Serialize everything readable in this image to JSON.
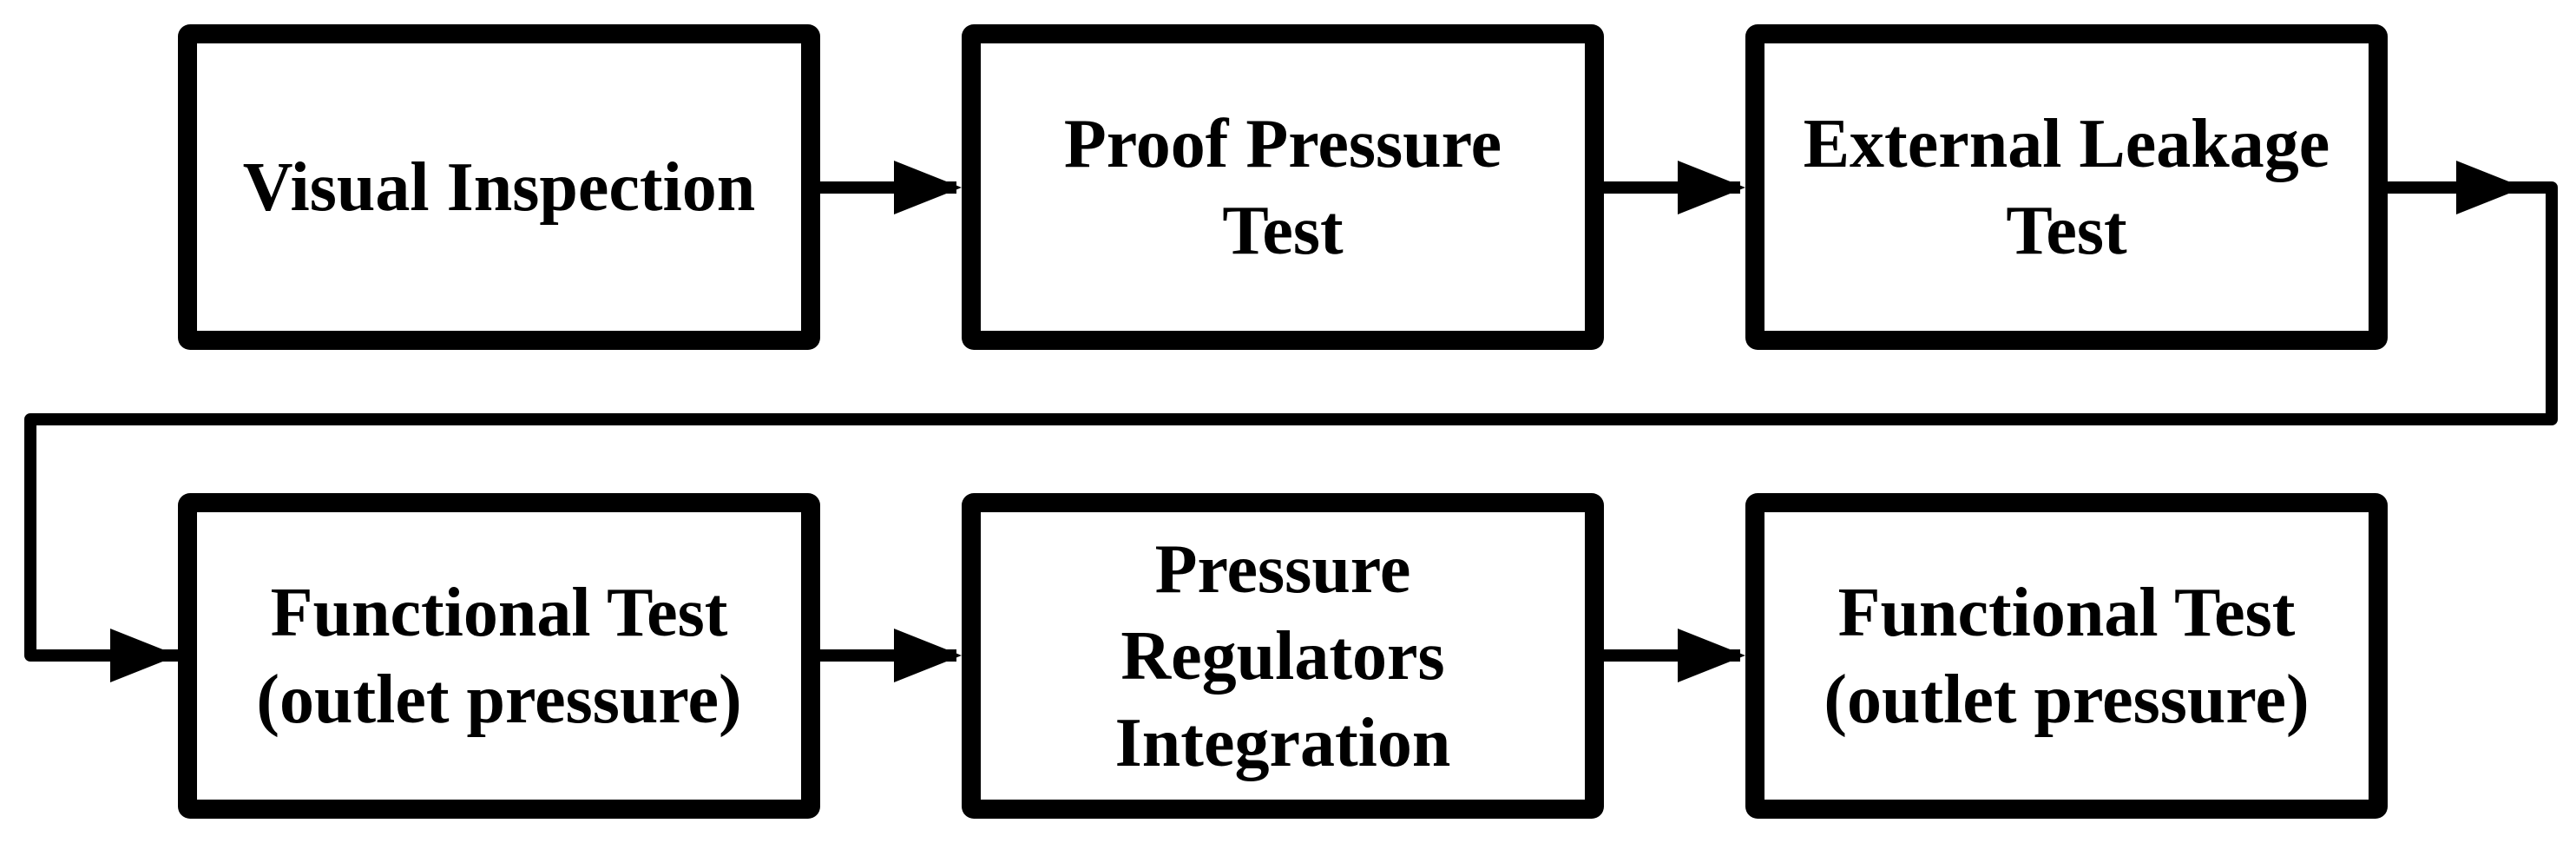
{
  "page": {
    "background_color": "#ffffff",
    "ink_color": "#000000"
  },
  "diagram": {
    "type": "flowchart",
    "nodes": [
      {
        "id": "visual-inspection",
        "label": "Visual Inspection",
        "row": 1,
        "col": 1
      },
      {
        "id": "proof-pressure-test",
        "label": "Proof Pressure\nTest",
        "row": 1,
        "col": 2
      },
      {
        "id": "external-leakage-test",
        "label": "External Leakage\nTest",
        "row": 1,
        "col": 3
      },
      {
        "id": "functional-test-outlet-pressure-1",
        "label": "Functional Test\n(outlet pressure)",
        "row": 2,
        "col": 1
      },
      {
        "id": "pressure-regulators-integration",
        "label": "Pressure\nRegulators\nIntegration",
        "row": 2,
        "col": 2
      },
      {
        "id": "functional-test-outlet-pressure-2",
        "label": "Functional Test\n(outlet pressure)",
        "row": 2,
        "col": 3
      }
    ],
    "edges": [
      {
        "from": "visual-inspection",
        "to": "proof-pressure-test"
      },
      {
        "from": "proof-pressure-test",
        "to": "external-leakage-test"
      },
      {
        "from": "external-leakage-test",
        "to": "functional-test-outlet-pressure-1",
        "route": "wrap-around"
      },
      {
        "from": "functional-test-outlet-pressure-1",
        "to": "pressure-regulators-integration"
      },
      {
        "from": "pressure-regulators-integration",
        "to": "functional-test-outlet-pressure-2"
      }
    ]
  }
}
